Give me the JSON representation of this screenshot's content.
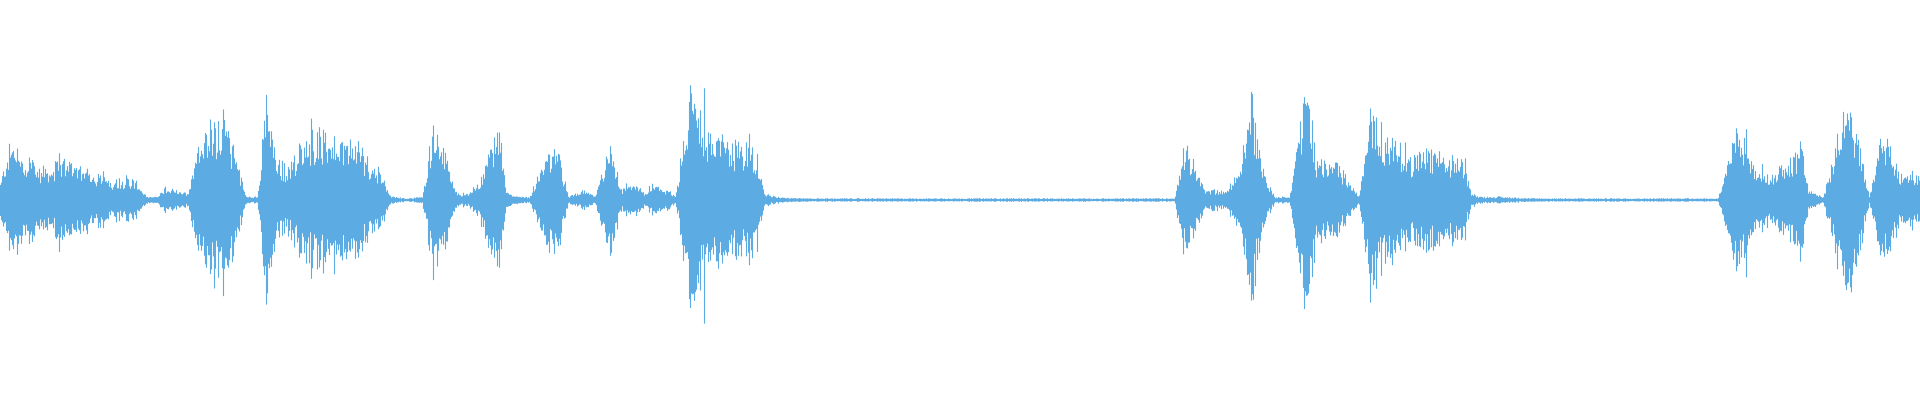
{
  "waveform": {
    "color": "#5dabe3",
    "background": "#ffffff",
    "amplitude_envelope": [
      [
        0.0,
        0.1
      ],
      [
        0.004,
        0.3
      ],
      [
        0.008,
        0.35
      ],
      [
        0.012,
        0.22
      ],
      [
        0.016,
        0.28
      ],
      [
        0.02,
        0.18
      ],
      [
        0.026,
        0.2
      ],
      [
        0.03,
        0.22
      ],
      [
        0.036,
        0.26
      ],
      [
        0.042,
        0.2
      ],
      [
        0.05,
        0.16
      ],
      [
        0.058,
        0.12
      ],
      [
        0.066,
        0.14
      ],
      [
        0.072,
        0.1
      ],
      [
        0.076,
        0.02
      ],
      [
        0.082,
        0.02
      ],
      [
        0.086,
        0.08
      ],
      [
        0.092,
        0.06
      ],
      [
        0.098,
        0.04
      ],
      [
        0.104,
        0.4
      ],
      [
        0.11,
        0.46
      ],
      [
        0.116,
        0.52
      ],
      [
        0.122,
        0.3
      ],
      [
        0.128,
        0.02
      ],
      [
        0.134,
        0.02
      ],
      [
        0.138,
        0.6
      ],
      [
        0.144,
        0.24
      ],
      [
        0.15,
        0.2
      ],
      [
        0.156,
        0.34
      ],
      [
        0.162,
        0.4
      ],
      [
        0.168,
        0.38
      ],
      [
        0.174,
        0.42
      ],
      [
        0.18,
        0.36
      ],
      [
        0.186,
        0.34
      ],
      [
        0.192,
        0.24
      ],
      [
        0.198,
        0.18
      ],
      [
        0.204,
        0.02
      ],
      [
        0.212,
        0.01
      ],
      [
        0.22,
        0.02
      ],
      [
        0.226,
        0.5
      ],
      [
        0.232,
        0.26
      ],
      [
        0.238,
        0.04
      ],
      [
        0.244,
        0.04
      ],
      [
        0.25,
        0.12
      ],
      [
        0.256,
        0.34
      ],
      [
        0.26,
        0.46
      ],
      [
        0.264,
        0.04
      ],
      [
        0.272,
        0.02
      ],
      [
        0.276,
        0.02
      ],
      [
        0.282,
        0.22
      ],
      [
        0.29,
        0.34
      ],
      [
        0.296,
        0.02
      ],
      [
        0.304,
        0.06
      ],
      [
        0.31,
        0.02
      ],
      [
        0.318,
        0.34
      ],
      [
        0.324,
        0.06
      ],
      [
        0.33,
        0.1
      ],
      [
        0.336,
        0.04
      ],
      [
        0.342,
        0.08
      ],
      [
        0.348,
        0.06
      ],
      [
        0.352,
        0.02
      ],
      [
        0.36,
        0.7
      ],
      [
        0.366,
        0.52
      ],
      [
        0.372,
        0.36
      ],
      [
        0.38,
        0.36
      ],
      [
        0.388,
        0.34
      ],
      [
        0.394,
        0.32
      ],
      [
        0.398,
        0.04
      ],
      [
        0.404,
        0.02
      ],
      [
        0.42,
        0.01
      ],
      [
        0.5,
        0.01
      ],
      [
        0.58,
        0.01
      ],
      [
        0.612,
        0.01
      ],
      [
        0.616,
        0.34
      ],
      [
        0.622,
        0.22
      ],
      [
        0.628,
        0.06
      ],
      [
        0.64,
        0.06
      ],
      [
        0.646,
        0.22
      ],
      [
        0.652,
        0.62
      ],
      [
        0.658,
        0.18
      ],
      [
        0.664,
        0.02
      ],
      [
        0.672,
        0.02
      ],
      [
        0.68,
        0.72
      ],
      [
        0.686,
        0.26
      ],
      [
        0.692,
        0.22
      ],
      [
        0.698,
        0.2
      ],
      [
        0.704,
        0.08
      ],
      [
        0.708,
        0.02
      ],
      [
        0.714,
        0.64
      ],
      [
        0.72,
        0.42
      ],
      [
        0.726,
        0.38
      ],
      [
        0.732,
        0.26
      ],
      [
        0.738,
        0.28
      ],
      [
        0.744,
        0.3
      ],
      [
        0.75,
        0.28
      ],
      [
        0.756,
        0.24
      ],
      [
        0.762,
        0.26
      ],
      [
        0.766,
        0.06
      ],
      [
        0.77,
        0.02
      ],
      [
        0.78,
        0.02
      ],
      [
        0.8,
        0.01
      ],
      [
        0.86,
        0.01
      ],
      [
        0.895,
        0.01
      ],
      [
        0.9,
        0.2
      ],
      [
        0.906,
        0.5
      ],
      [
        0.912,
        0.24
      ],
      [
        0.918,
        0.2
      ],
      [
        0.922,
        0.14
      ],
      [
        0.928,
        0.2
      ],
      [
        0.934,
        0.26
      ],
      [
        0.938,
        0.4
      ],
      [
        0.942,
        0.06
      ],
      [
        0.95,
        0.02
      ],
      [
        0.956,
        0.3
      ],
      [
        0.962,
        0.6
      ],
      [
        0.968,
        0.36
      ],
      [
        0.974,
        0.02
      ],
      [
        0.98,
        0.4
      ],
      [
        0.986,
        0.26
      ],
      [
        0.992,
        0.12
      ],
      [
        0.996,
        0.18
      ],
      [
        1.0,
        0.14
      ]
    ]
  }
}
